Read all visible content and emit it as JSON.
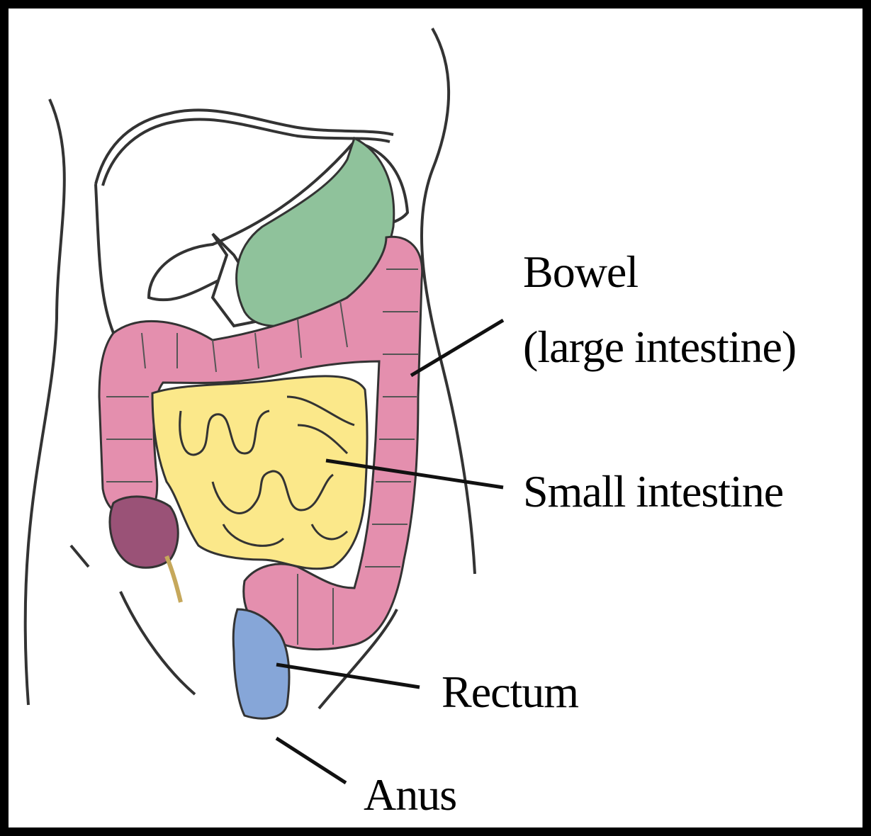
{
  "labels": {
    "bowel_line1": "Bowel",
    "bowel_line2": "(large intestine)",
    "small_intestine": "Small intestine",
    "rectum": "Rectum",
    "anus": "Anus"
  },
  "colors": {
    "large_intestine": "#e48fae",
    "small_intestine": "#fbe88a",
    "stomach": "#8fc29b",
    "rectum": "#86a6d8",
    "appendix": "#9a5277",
    "outline": "#222222",
    "frame": "#000000"
  }
}
